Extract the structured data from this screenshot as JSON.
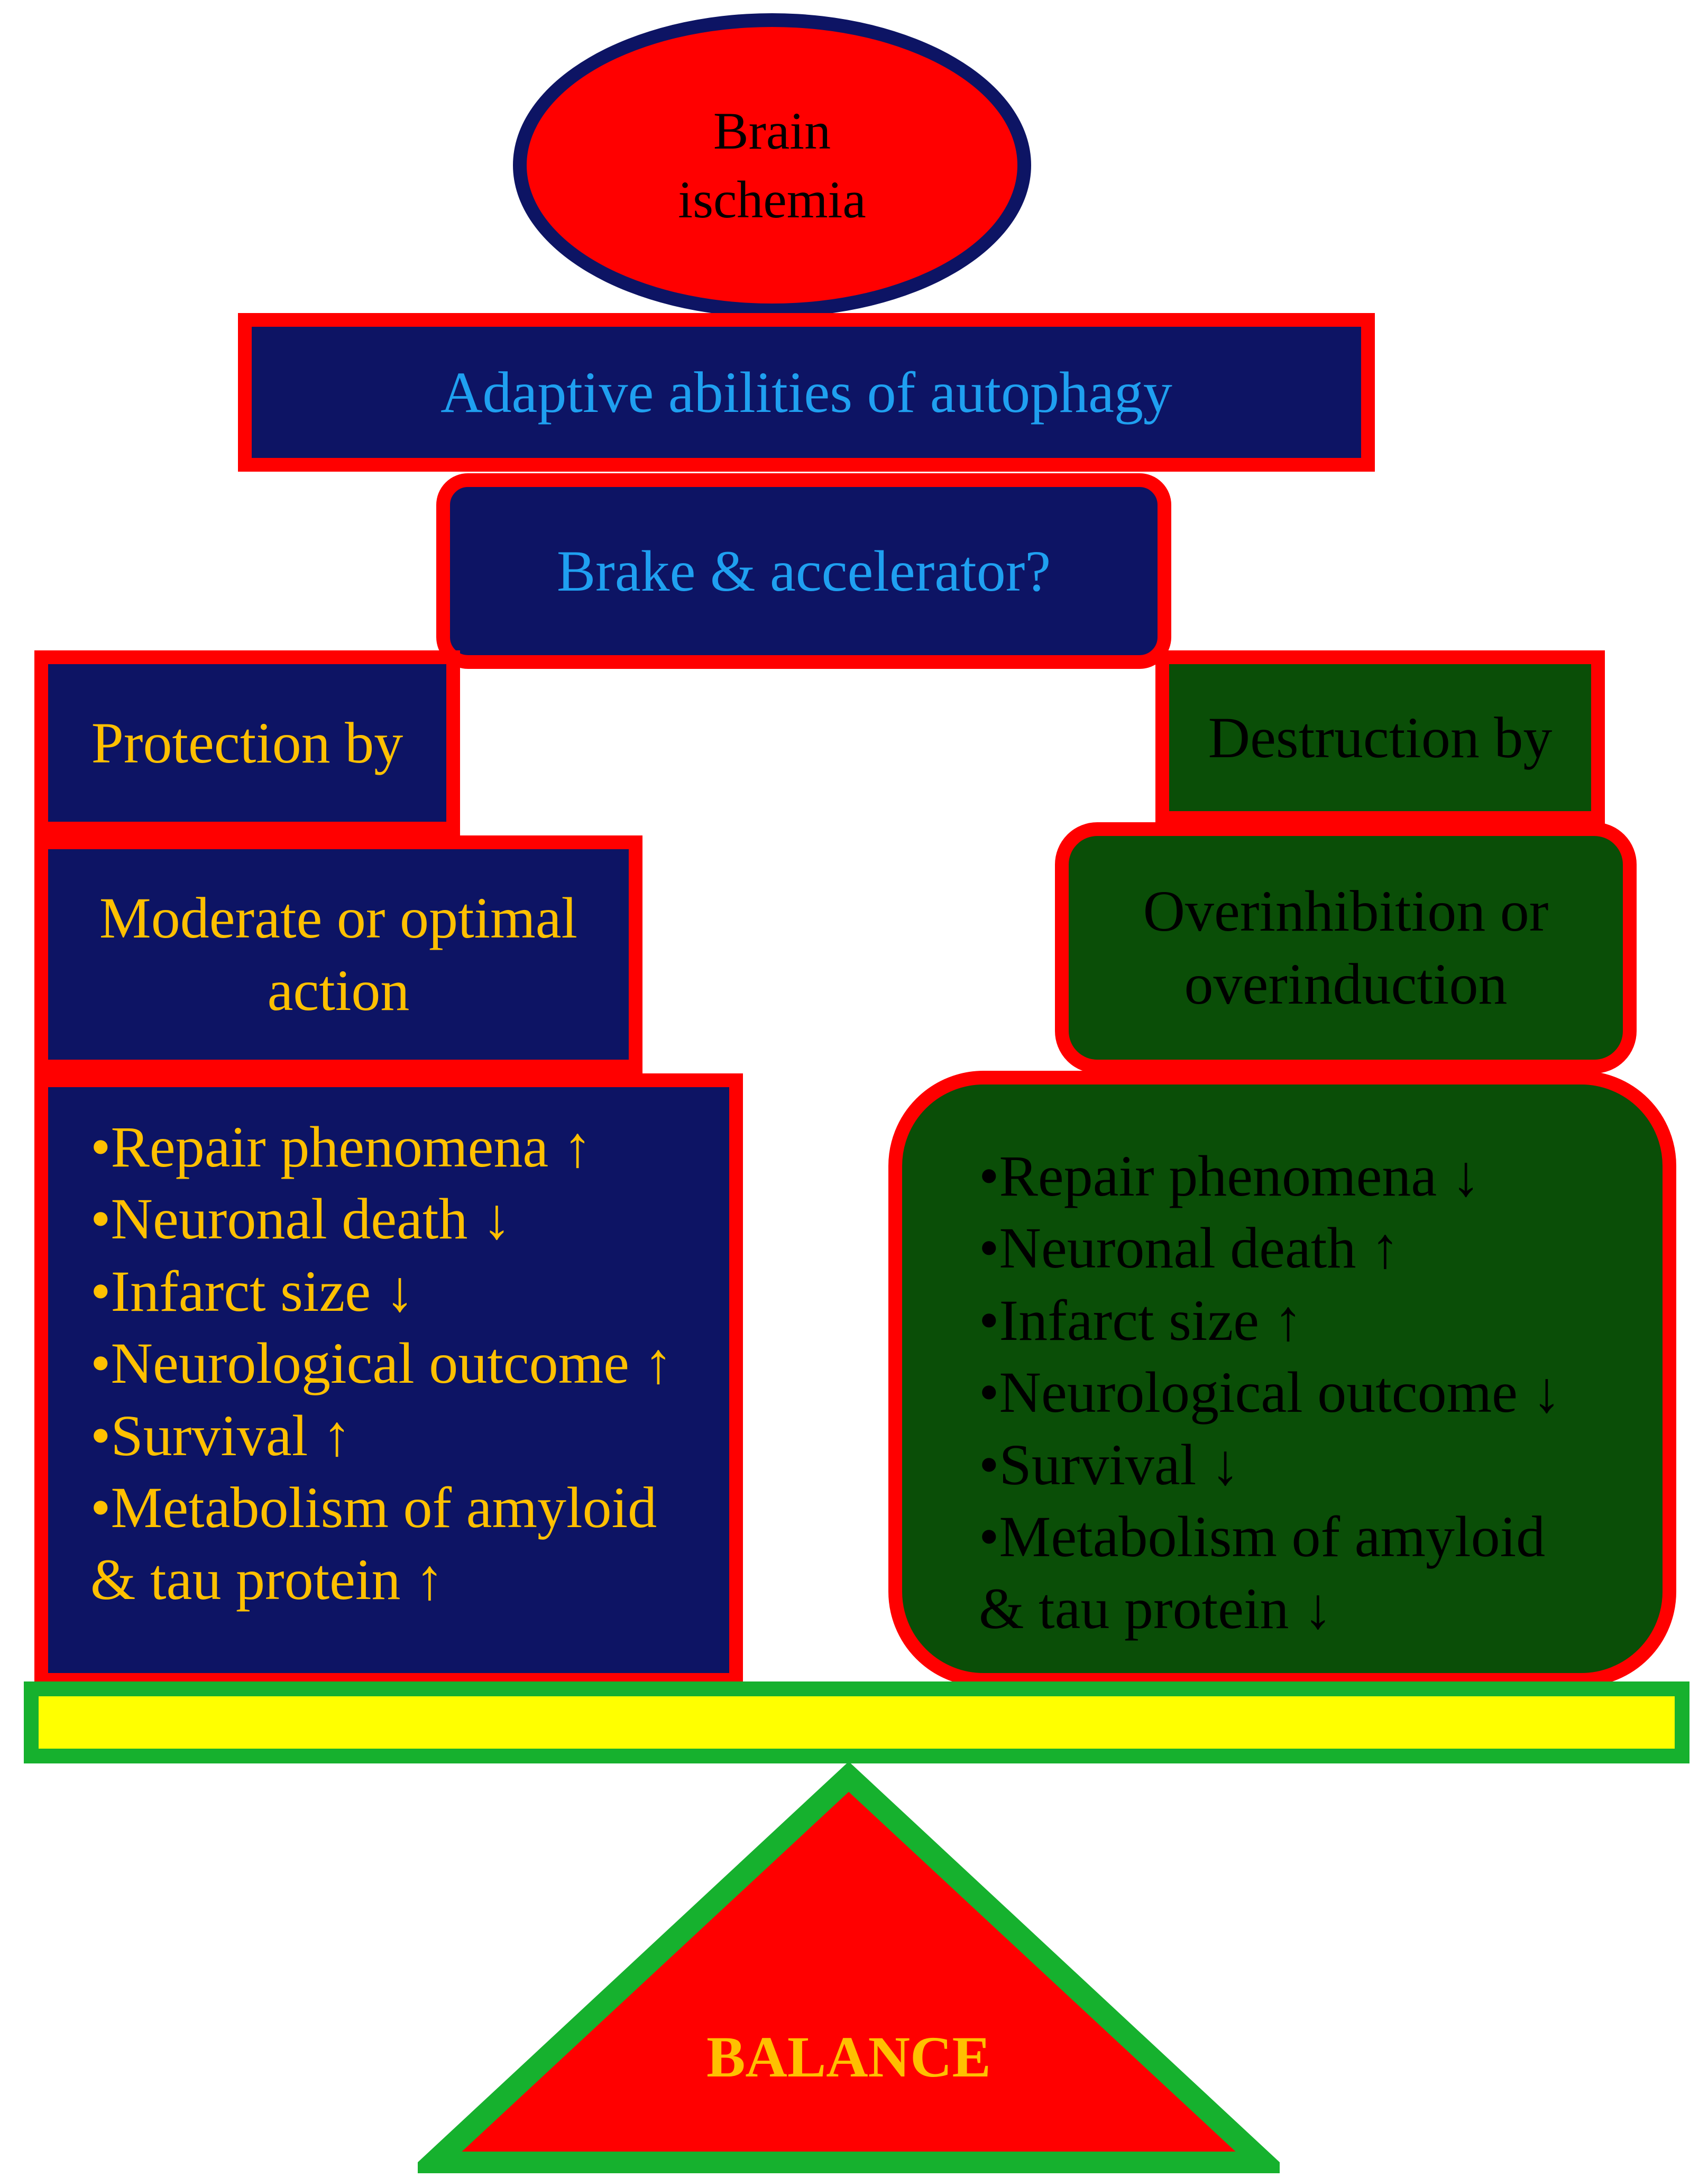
{
  "top": {
    "line1": "Brain",
    "line2": "ischemia"
  },
  "adaptive_label": "Adaptive abilities of autophagy",
  "question_label": "Brake & accelerator?",
  "left": {
    "header": "Protection by",
    "mode_line1": "Moderate or optimal",
    "mode_line2": "action",
    "effects": [
      "•Repair phenomena ↑",
      "•Neuronal death ↓",
      "•Infarct size ↓",
      "•Neurological outcome ↑",
      "•Survival ↑",
      "•Metabolism  of  amyloid",
      "& tau protein ↑"
    ]
  },
  "right": {
    "header": "Destruction by",
    "mode_line1": "Overinhibition or",
    "mode_line2": "overinduction",
    "effects": [
      "•Repair phenomena ↓",
      "•Neuronal death ↑",
      "•Infarct size ↑",
      "•Neurological outcome ↓",
      "•Survival ↓",
      "•Metabolism of amyloid",
      "& tau protein ↓"
    ]
  },
  "fulcrum_label": "BALANCE",
  "colors": {
    "red": "#ff0000",
    "navy": "#0d1464",
    "dark_green": "#0a4e07",
    "bright_green": "#16b12e",
    "yellow": "#ffff00",
    "gold_text": "#ffc000",
    "blue_text": "#1fa0f0"
  }
}
